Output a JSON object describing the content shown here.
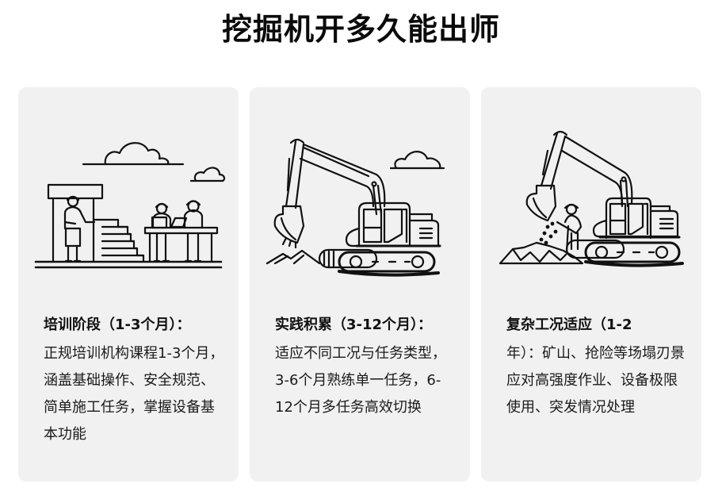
{
  "title": "挖掘机开多久能出师",
  "colors": {
    "page_background": "#ffffff",
    "card_background": "#f1f1f1",
    "ink": "#111111"
  },
  "cards": [
    {
      "illustration": "training-classroom-illustration",
      "heading": "培训阶段（1-3个月）：",
      "body": "正规培训机构课程1-3个月，涵盖基础操作、安全规范、简单施工任务，掌握设备基本功能"
    },
    {
      "illustration": "excavator-digging-illustration",
      "heading": "实践积累（3-12个月）：",
      "body": "适应不同工况与任务类型，3-6个月熟练单一任务，6-12个月多任务高效切换"
    },
    {
      "illustration": "excavator-with-worker-illustration",
      "heading": "复杂工况适应（1-2",
      "body": "年）：矿山、抢险等场塌刃景应对高强度作业、设备极限使用、突发情况处理"
    }
  ]
}
